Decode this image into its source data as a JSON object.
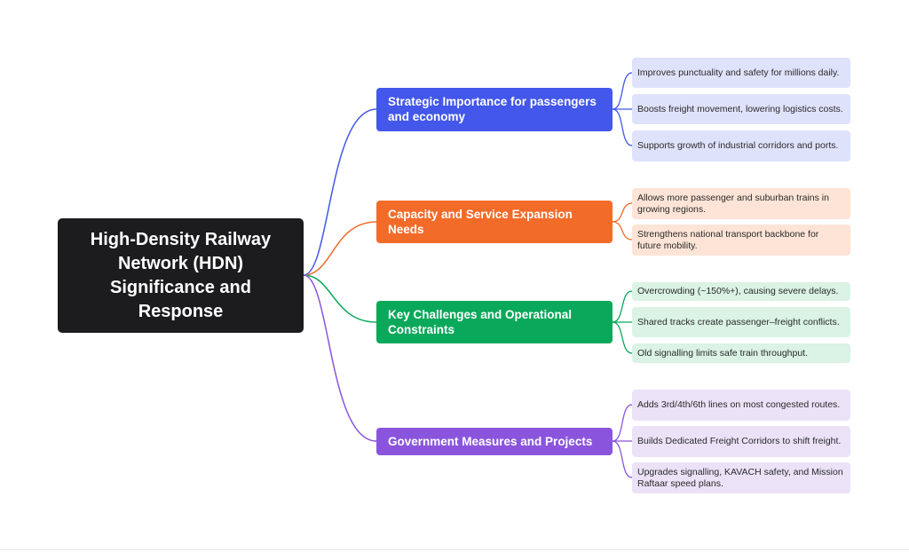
{
  "diagram": {
    "root": {
      "title": "High-Density Railway Network (HDN) Significance and Response",
      "color": "#1c1c1e"
    },
    "branches": [
      {
        "label": "Strategic Importance for passengers and economy",
        "color": "#4357ea",
        "leaf_color": "#dfe2fb",
        "leaves": [
          "Improves punctuality and safety for millions daily.",
          "Boosts freight movement, lowering logistics costs.",
          "Supports growth of industrial corridors and ports."
        ]
      },
      {
        "label": "Capacity and Service Expansion Needs",
        "color": "#f26b28",
        "leaf_color": "#fde4d6",
        "leaves": [
          "Allows more passenger and suburban trains in growing regions.",
          "Strengthens national transport backbone for future mobility."
        ]
      },
      {
        "label": "Key Challenges and Operational Constraints",
        "color": "#0aa85a",
        "leaf_color": "#daf3e4",
        "leaves": [
          "Overcrowding (~150%+), causing severe delays.",
          "Shared tracks create passenger–freight conflicts.",
          "Old signalling limits safe train throughput."
        ]
      },
      {
        "label": "Government Measures and Projects",
        "color": "#8a55dc",
        "leaf_color": "#ebe2f8",
        "leaves": [
          "Adds 3rd/4th/6th lines on most congested routes.",
          "Builds Dedicated Freight Corridors to shift freight.",
          "Upgrades signalling, KAVACH safety, and Mission Raftaar speed plans."
        ]
      }
    ]
  }
}
